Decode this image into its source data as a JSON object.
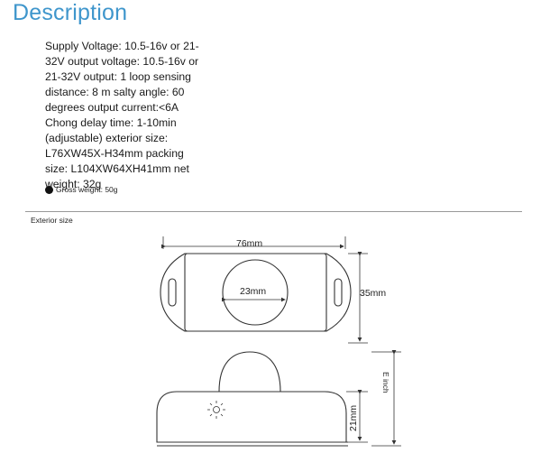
{
  "header": {
    "title": "Description"
  },
  "specs": {
    "text": "Supply Voltage: 10.5-16v or 21-32V output voltage: 10.5-16v or 21-32V output: 1 loop sensing distance: 8 m salty angle: 60 degrees output current:<6A Chong delay time: 1-10min (adjustable) exterior size: L76XW45X-H34mm packing size: L104XW64XH41mm net weight: 32g",
    "gross_weight": "Gross weight: 50g"
  },
  "section": {
    "label": "Exterior size"
  },
  "diagram": {
    "width_label": "76mm",
    "lens_label": "23mm",
    "depth_label": "35mm",
    "height_label": "21mm",
    "side_label": "E inch"
  },
  "colors": {
    "title": "#3f96cc",
    "text": "#1a1a1a"
  }
}
